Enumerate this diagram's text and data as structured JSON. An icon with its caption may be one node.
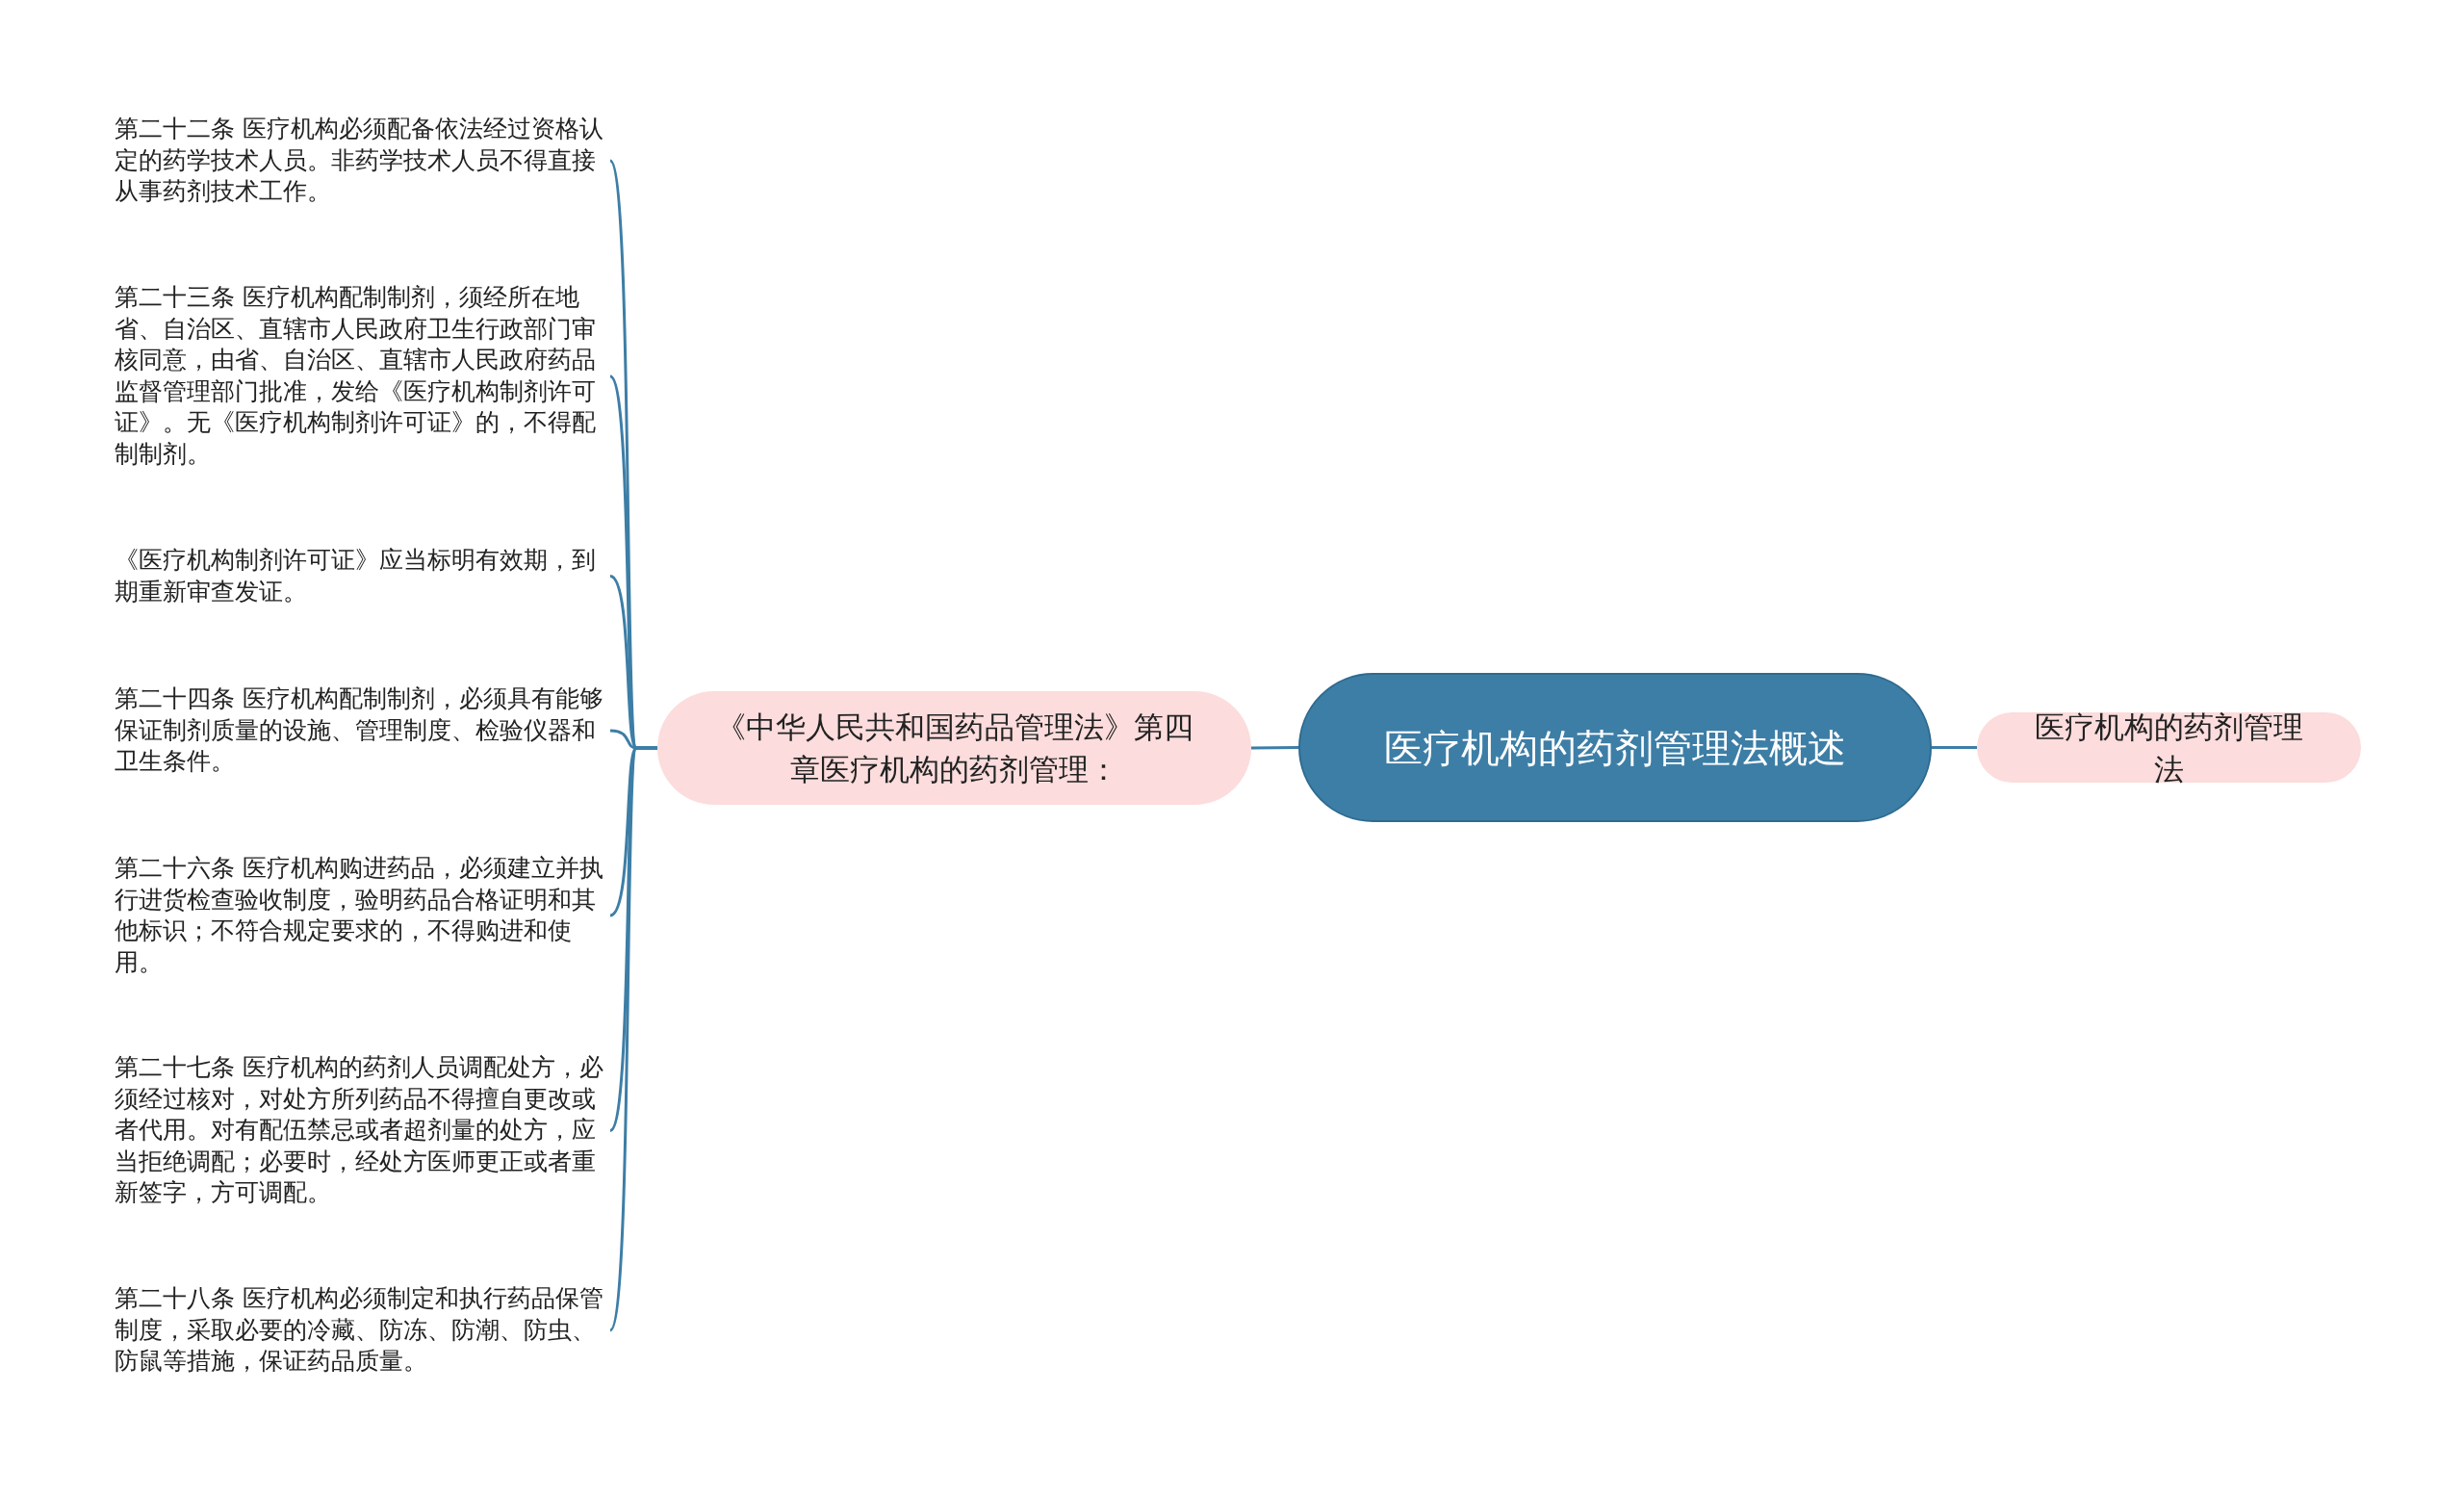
{
  "diagram": {
    "nodes": [
      {
        "text": [
          "医疗机构的药剂管理法概述"
        ]
      },
      {
        "text": [
          "《中华人民共和国药品管理法》第四章医疗机构的药剂管理："
        ]
      },
      {
        "text": [
          "医疗机构的药剂管理法"
        ]
      },
      {
        "text": [
          "第二十二条 医疗机构必须配备依法经过资格认定的药学技术人员。非药学技术人员不得直接从事药剂技术工作。"
        ]
      },
      {
        "text": [
          "第二十三条 医疗机构配制制剂，须经所在地省、自治区、直辖市人民政府卫生行政部门审核同意，由省、自治区、直辖市人民政府药品监督管理部门批准，发给《医疗机构制剂许可证》。无《医疗机构制剂许可证》的，不得配制制剂。"
        ]
      },
      {
        "text": [
          "《医疗机构制剂许可证》应当标明有效期，到期重新审查发证。"
        ]
      },
      {
        "text": [
          "第二十四条 医疗机构配制制剂，必须具有能够保证制剂质量的设施、管理制度、检验仪器和卫生条件。"
        ]
      },
      {
        "text": [
          "第二十六条 医疗机构购进药品，必须建立并执行进货检查验收制度，验明药品合格证明和其他标识；不符合规定要求的，不得购进和使用。"
        ]
      },
      {
        "text": [
          "第二十七条 医疗机构的药剂人员调配处方，必须经过核对，对处方所列药品不得擅自更改或者代用。对有配伍禁忌或者超剂量的处方，应当拒绝调配；必要时，经处方医师更正或者重新签字，方可调配。"
        ]
      },
      {
        "text": [
          "第二十八条 医疗机构必须制定和执行药品保管制度，采取必要的冷藏、防冻、防潮、防虫、防鼠等措施，保证药品质量。"
        ]
      }
    ],
    "edges": [
      {
        "from": 0,
        "to": 1,
        "arrow": "none"
      },
      {
        "from": 0,
        "to": 2,
        "arrow": "none"
      },
      {
        "from": 1,
        "to": 3,
        "arrow": "none"
      },
      {
        "from": 1,
        "to": 4,
        "arrow": "none"
      },
      {
        "from": 1,
        "to": 5,
        "arrow": "none"
      },
      {
        "from": 1,
        "to": 6,
        "arrow": "none"
      },
      {
        "from": 1,
        "to": 7,
        "arrow": "none"
      },
      {
        "from": 1,
        "to": 8,
        "arrow": "none"
      },
      {
        "from": 1,
        "to": 9,
        "arrow": "none"
      }
    ]
  }
}
